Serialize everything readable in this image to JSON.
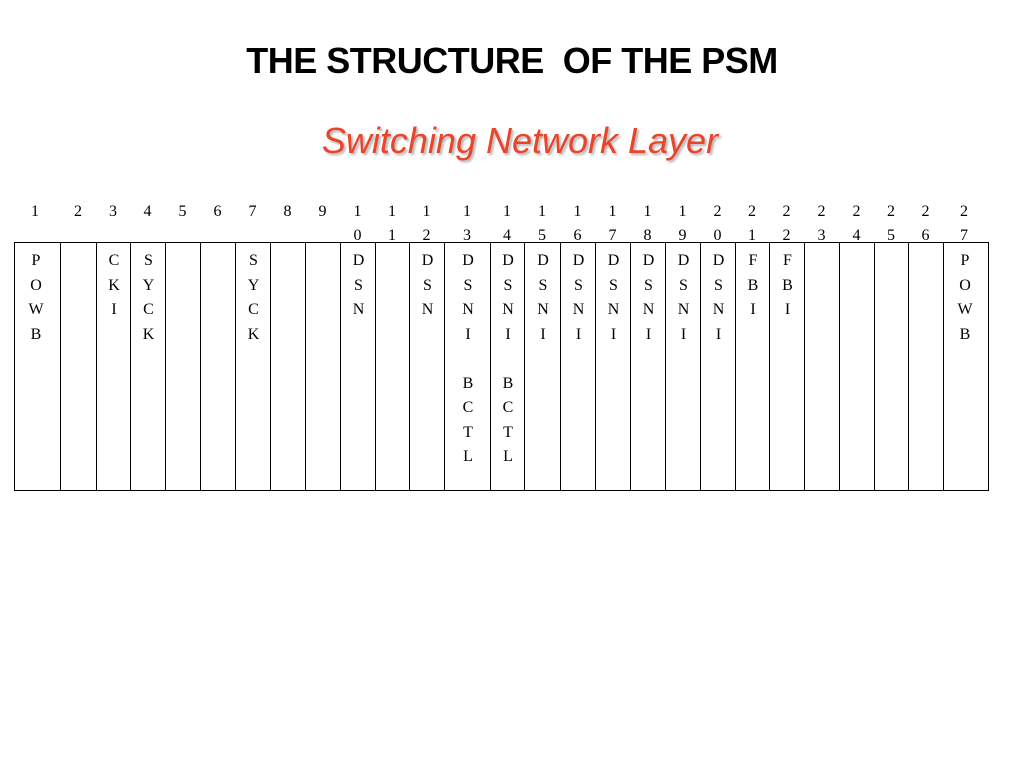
{
  "slide": {
    "title": "THE STRUCTURE  OF THE PSM",
    "subtitle": "Switching Network Layer"
  },
  "slots": [
    "1",
    "2",
    "3",
    "4",
    "5",
    "6",
    "7",
    "8",
    "9",
    "1\n0",
    "1\n1",
    "1\n2",
    "1\n3",
    "1\n4",
    "1\n5",
    "1\n6",
    "1\n7",
    "1\n8",
    "1\n9",
    "2\n0",
    "2\n1",
    "2\n2",
    "2\n3",
    "2\n4",
    "2\n5",
    "2\n6",
    "2\n7"
  ],
  "cards": [
    {
      "slot": "1",
      "label": "P\nO\nW\nB"
    },
    {
      "slot": "3",
      "label": "C\nK\nI"
    },
    {
      "slot": "4",
      "label": "S\nY\nC\nK"
    },
    {
      "slot": "7",
      "label": "S\nY\nC\nK"
    },
    {
      "slot": "10",
      "label": "D\nS\nN"
    },
    {
      "slot": "12",
      "label": "D\nS\nN"
    },
    {
      "slot": "13",
      "label": "D\nS\nN\nI\n\nB\nC\nT\nL"
    },
    {
      "slot": "14",
      "label": "D\nS\nN\nI\n\nB\nC\nT\nL"
    },
    {
      "slot": "15",
      "label": "D\nS\nN\nI"
    },
    {
      "slot": "16",
      "label": "D\nS\nN\nI"
    },
    {
      "slot": "17",
      "label": "D\nS\nN\nI"
    },
    {
      "slot": "18",
      "label": "D\nS\nN\nI"
    },
    {
      "slot": "19",
      "label": "D\nS\nN\nI"
    },
    {
      "slot": "20",
      "label": "D\nS\nN\nI"
    },
    {
      "slot": "21",
      "label": "F\nB\nI"
    },
    {
      "slot": "22",
      "label": "F\nB\nI"
    },
    {
      "slot": "27",
      "label": "P\nO\nW\nB"
    }
  ]
}
